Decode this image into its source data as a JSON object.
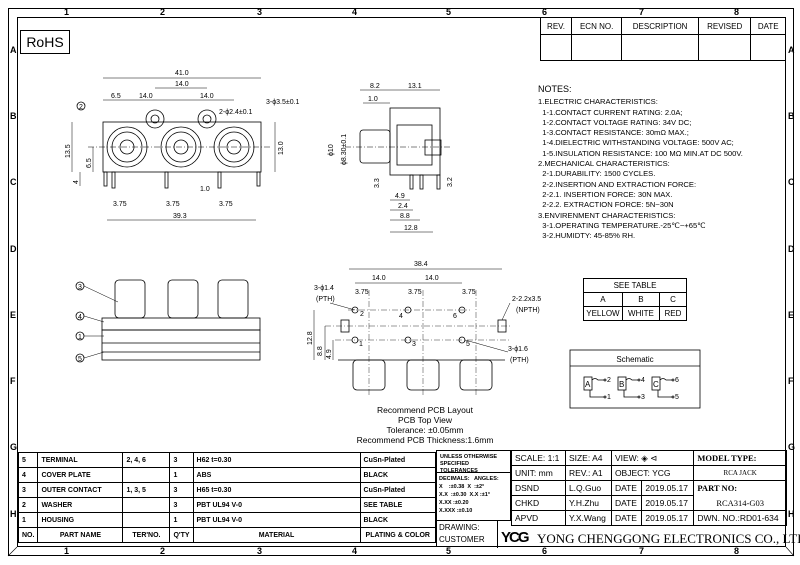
{
  "badge": "RoHS",
  "frame": {
    "columns": [
      "1",
      "2",
      "3",
      "4",
      "5",
      "6",
      "7",
      "8"
    ],
    "rows": [
      "A",
      "B",
      "C",
      "D",
      "E",
      "F",
      "G",
      "H"
    ]
  },
  "revision_table": {
    "headers": [
      "REV.",
      "ECN NO.",
      "DESCRIPTION",
      "REVISED",
      "DATE"
    ]
  },
  "notes": {
    "title": "NOTES:",
    "lines": [
      "1.ELECTRIC CHARACTERISTICS:",
      "  1-1.CONTACT CURRENT RATING: 2.0A;",
      "  1-2.CONTACT VOLTAGE RATING: 34V DC;",
      "  1-3.CONTACT RESISTANCE: 30mΩ MAX.;",
      "  1-4.DIELECTRIC WITHSTANDING VOLTAGE: 500V AC;",
      "  1-5.INSULATION RESISTANCE: 100 MΩ MIN.AT DC 500V.",
      "2.MECHANICAL CHARACTERISTICS:",
      "  2-1.DURABILITY: 1500 CYCLES.",
      "  2-2.INSERTION AND EXTRACTION FORCE:",
      "  2-2.1. INSERTION FORCE: 30N MAX.",
      "  2-2.2. EXTRACTION FORCE: 5N~30N",
      "3.ENVIRENMENT CHARACTERISTICS:",
      "  3-1.OPERATING TEMPERATURE.-25℃~+65℃",
      "  3-2.HUMIDTY: 45-85% RH."
    ]
  },
  "front_view": {
    "dims": {
      "overall": "41.0",
      "pitch_top": "14.0",
      "left": "6.5",
      "pitch_a": "14.0",
      "pitch_b": "14.0",
      "hole_small": "2-ϕ2.4±0.1",
      "hole_big": "3-ϕ3.5±0.1",
      "h_left": "13.5",
      "h_mid": "6.5",
      "h_pin": "4",
      "h_right": "13.0",
      "pin_w": "1.0",
      "pin_a": "3.75",
      "pin_b": "3.75",
      "pin_c": "3.75",
      "bottom": "39.3"
    },
    "balloon": "2"
  },
  "side_view": {
    "dims": {
      "a": "8.2",
      "b": "13.1",
      "c": "1.0",
      "dia": "ϕ10",
      "dia2": "ϕ8.30±0.1",
      "d": "3.3",
      "e": "4.9",
      "f": "2.4",
      "g": "8.8",
      "h": "12.8",
      "i": "3.2"
    }
  },
  "bottom_view": {
    "balloons": [
      "3",
      "4",
      "1",
      "5"
    ]
  },
  "pcb_layout": {
    "dims": {
      "overall": "38.4",
      "p1": "14.0",
      "p2": "14.0",
      "o1": "3.75",
      "o2": "3.75",
      "o3": "3.75",
      "h1": "12.8",
      "h2": "8.8",
      "h3": "4.9"
    },
    "callouts": {
      "pth14": "3-ϕ1.4",
      "pth14b": "(PTH)",
      "npth": "2-2.2x3.5",
      "npthb": "(NPTH)",
      "pth16": "3-ϕ1.6",
      "pth16b": "(PTH)"
    },
    "pins": [
      "1",
      "2",
      "3",
      "4",
      "5",
      "6"
    ],
    "caption": [
      "Recommend PCB Layout",
      "PCB Top View",
      "Tolerance: ±0.05mm",
      "Recommend PCB Thickness:1.6mm"
    ]
  },
  "see_table": {
    "title": "SEE TABLE",
    "headers": [
      "A",
      "B",
      "C"
    ],
    "values": [
      "YELLOW",
      "WHITE",
      "RED"
    ]
  },
  "schematic": {
    "title": "Schematic",
    "blocks": [
      {
        "label": "A",
        "pins": [
          "2",
          "1"
        ]
      },
      {
        "label": "B",
        "pins": [
          "4",
          "3"
        ]
      },
      {
        "label": "C",
        "pins": [
          "6",
          "5"
        ]
      }
    ]
  },
  "parts": {
    "headers": [
      "NO.",
      "PART NAME",
      "TER'NO.",
      "Q'TY",
      "MATERIAL",
      "PLATING & COLOR"
    ],
    "rows": [
      {
        "no": "5",
        "name": "TERMINAL",
        "ter": "2, 4, 6",
        "qty": "3",
        "material": "H62 t=0.30",
        "plating": "CuSn-Plated"
      },
      {
        "no": "4",
        "name": "COVER PLATE",
        "ter": "",
        "qty": "1",
        "material": "ABS",
        "plating": "BLACK"
      },
      {
        "no": "3",
        "name": "OUTER CONTACT",
        "ter": "1, 3, 5",
        "qty": "3",
        "material": "H65 t=0.30",
        "plating": "CuSn-Plated"
      },
      {
        "no": "2",
        "name": "WASHER",
        "ter": "",
        "qty": "3",
        "material": "PBT UL94 V-0",
        "plating": "SEE TABLE"
      },
      {
        "no": "1",
        "name": "HOUSING",
        "ter": "",
        "qty": "1",
        "material": "PBT UL94 V-0",
        "plating": "BLACK"
      }
    ]
  },
  "title_block": {
    "tolerance_title": "UNLESS OTHERWISE SPECIFIED TOLERANCES",
    "decimals": "DECIMALS:",
    "angles": "ANGLES:",
    "tol_lines": [
      "X    :±0.38  X  :±2°",
      "X.X  :±0.30  X.X :±1°",
      "X.XX :±0.20",
      "X.XXX :±0.10"
    ],
    "scale": "SCALE: 1:1",
    "size": "SIZE: A4",
    "view": "VIEW:",
    "unit": "UNIT: mm",
    "rev": "REV.: A1",
    "object": "OBJECT: YCG",
    "model_type_label": "MODEL TYPE:",
    "model_type": "RCA JACK",
    "dsnd": "DSND",
    "dsnd_name": "L.Q.Guo",
    "chkd": "CHKD",
    "chkd_name": "Y.H.Zhu",
    "apvd": "APVD",
    "apvd_name": "Y.X.Wang",
    "date_label": "DATE",
    "date1": "2019.05.17",
    "date2": "2019.05.17",
    "date3": "2019.05.17",
    "part_no_label": "PART NO:",
    "part_no": "RCA314-G03",
    "dwn_no": "DWN. NO.:RD01-634",
    "drawing": "DRAWING:",
    "customer": "CUSTOMER",
    "logo": "YCG",
    "company": "YONG CHENGGONG ELECTRONICS CO., LTD."
  }
}
